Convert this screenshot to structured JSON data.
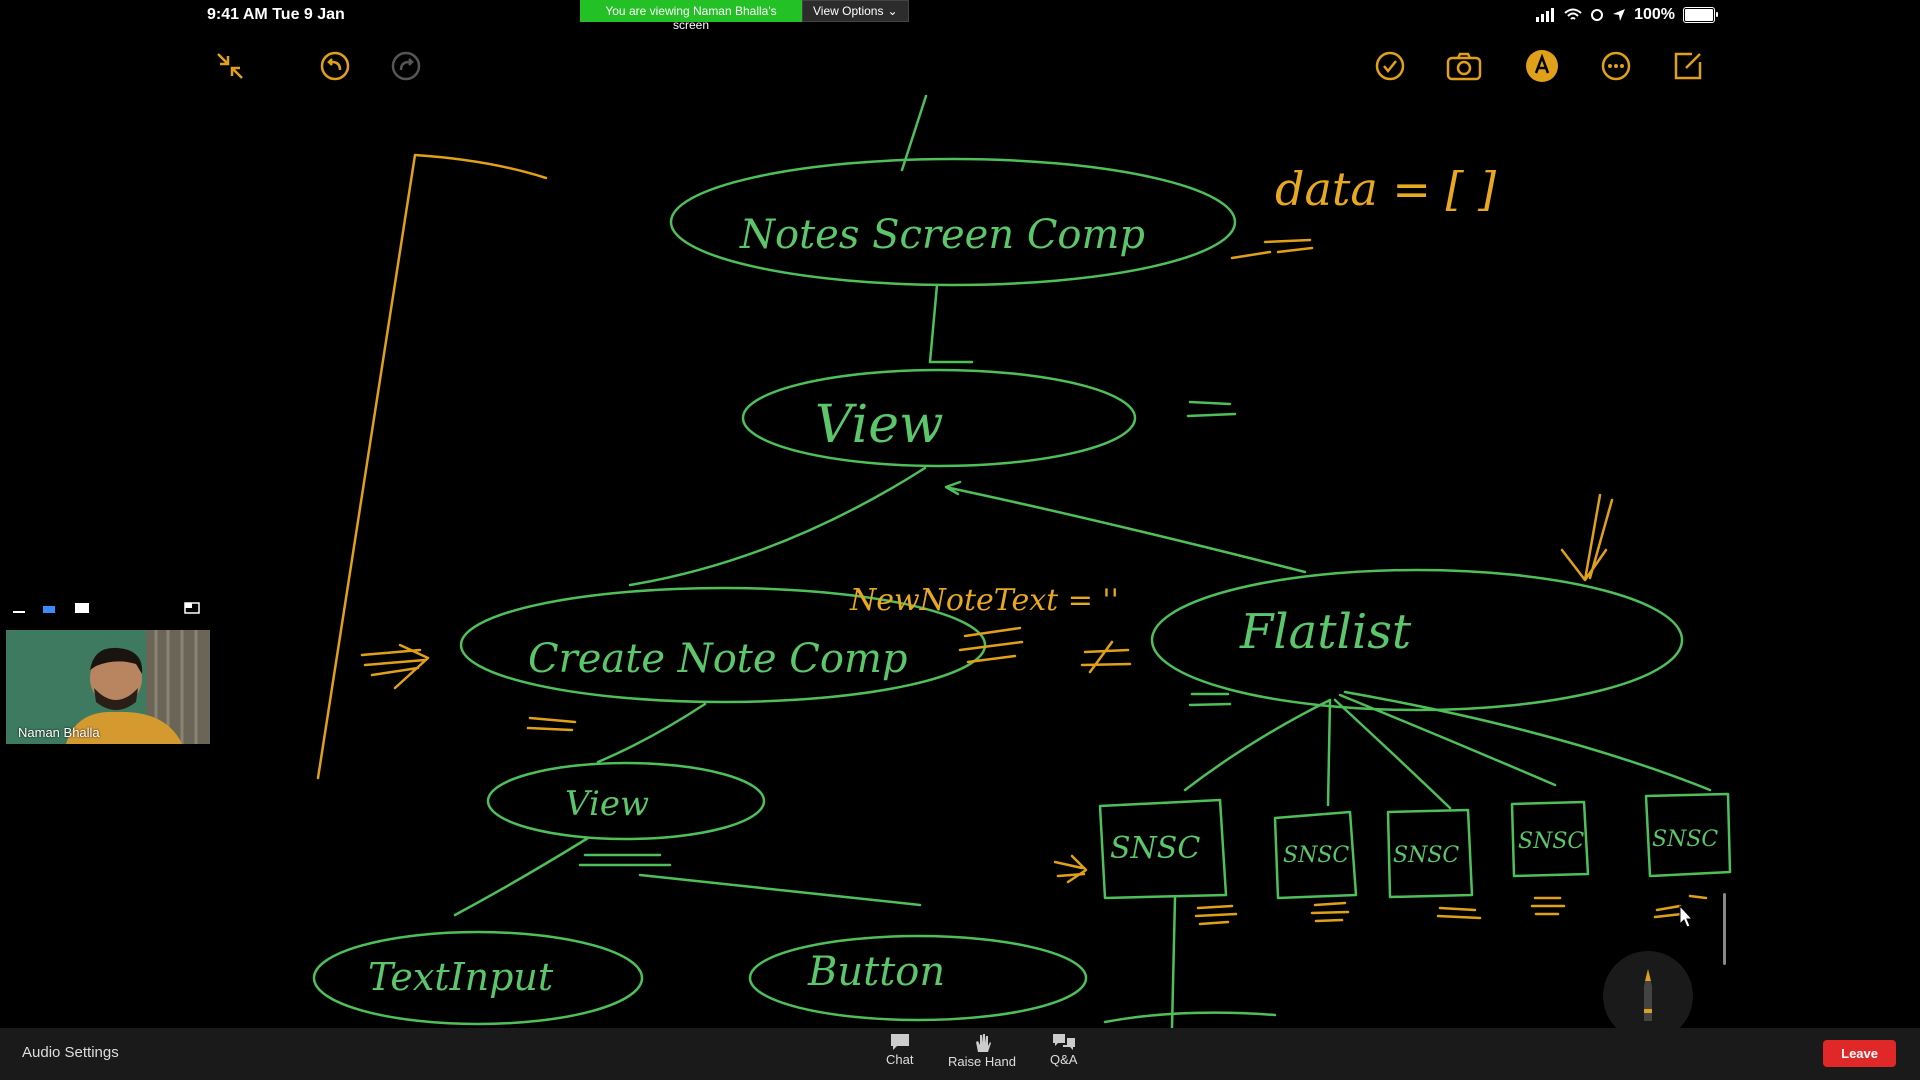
{
  "status_bar": {
    "time_date": "9:41 AM   Tue 9 Jan",
    "battery": "100%"
  },
  "share_banner": {
    "message": "You are viewing Naman Bhalla's screen",
    "options_label": "View Options"
  },
  "toolbar": {
    "left_icons": [
      "collapse-icon",
      "undo-icon",
      "redo-icon"
    ],
    "right_icons": [
      "checkmark-icon",
      "camera-icon",
      "pen-markup-icon",
      "more-icon",
      "compose-icon"
    ]
  },
  "whiteboard": {
    "nodes": {
      "notes_screen": "Notes Screen Comp",
      "view_top": "View",
      "create_note": "Create Note Comp",
      "flatlist": "Flatlist",
      "view_inner": "View",
      "textinput": "TextInput",
      "button": "Button",
      "snsc_1": "SNSC",
      "snsc_2": "SNSC",
      "snsc_3": "SNSC",
      "snsc_4": "SNSC",
      "snsc_5": "SNSC"
    },
    "annotations": {
      "data_state": "data = [ ]",
      "new_note_text": "NewNoteText = ''"
    }
  },
  "participant": {
    "name": "Naman Bhalla"
  },
  "bottom_bar": {
    "audio_settings": "Audio Settings",
    "chat": "Chat",
    "raise_hand": "Raise Hand",
    "qa": "Q&A",
    "leave": "Leave"
  },
  "colors": {
    "ink_green": "#4fbf5a",
    "ink_orange": "#e0a01a",
    "banner_green": "#23c026",
    "leave_red": "#e02828"
  }
}
